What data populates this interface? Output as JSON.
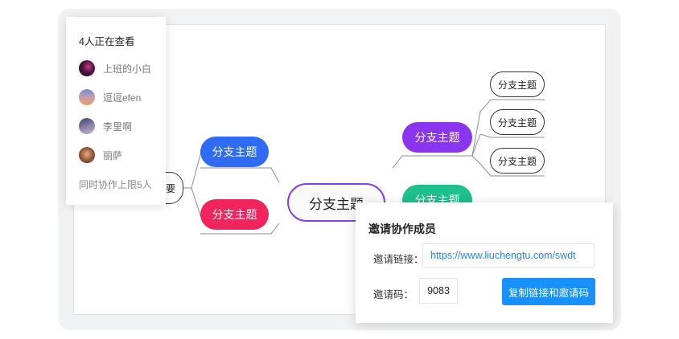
{
  "mindmap": {
    "center_topic": "分支主题",
    "left_root_partial": "要",
    "left_branches": [
      {
        "label": "分支主题",
        "color": "#2f6cf6"
      },
      {
        "label": "分支主题",
        "color": "#f2245d"
      }
    ],
    "right_branches": [
      {
        "label": "分支主题",
        "color": "#8a35f0"
      },
      {
        "label": "分支主题",
        "color": "#1ec08c"
      }
    ],
    "sub_topics": [
      "分支主题",
      "分支主题",
      "分支主题"
    ]
  },
  "viewers_panel": {
    "title": "4人正在查看",
    "users": [
      {
        "name": "上班的小白"
      },
      {
        "name": "逗逗efen"
      },
      {
        "name": "李里啊"
      },
      {
        "name": "丽萨"
      }
    ],
    "footer": "同时协作上限5人"
  },
  "invite_panel": {
    "title": "邀请协作成员",
    "link_label": "邀请链接：",
    "link_value": "https://www.liuchengtu.com/swdt",
    "code_label": "邀请码：",
    "code_value": "9083",
    "copy_button": "复制链接和邀请码"
  }
}
